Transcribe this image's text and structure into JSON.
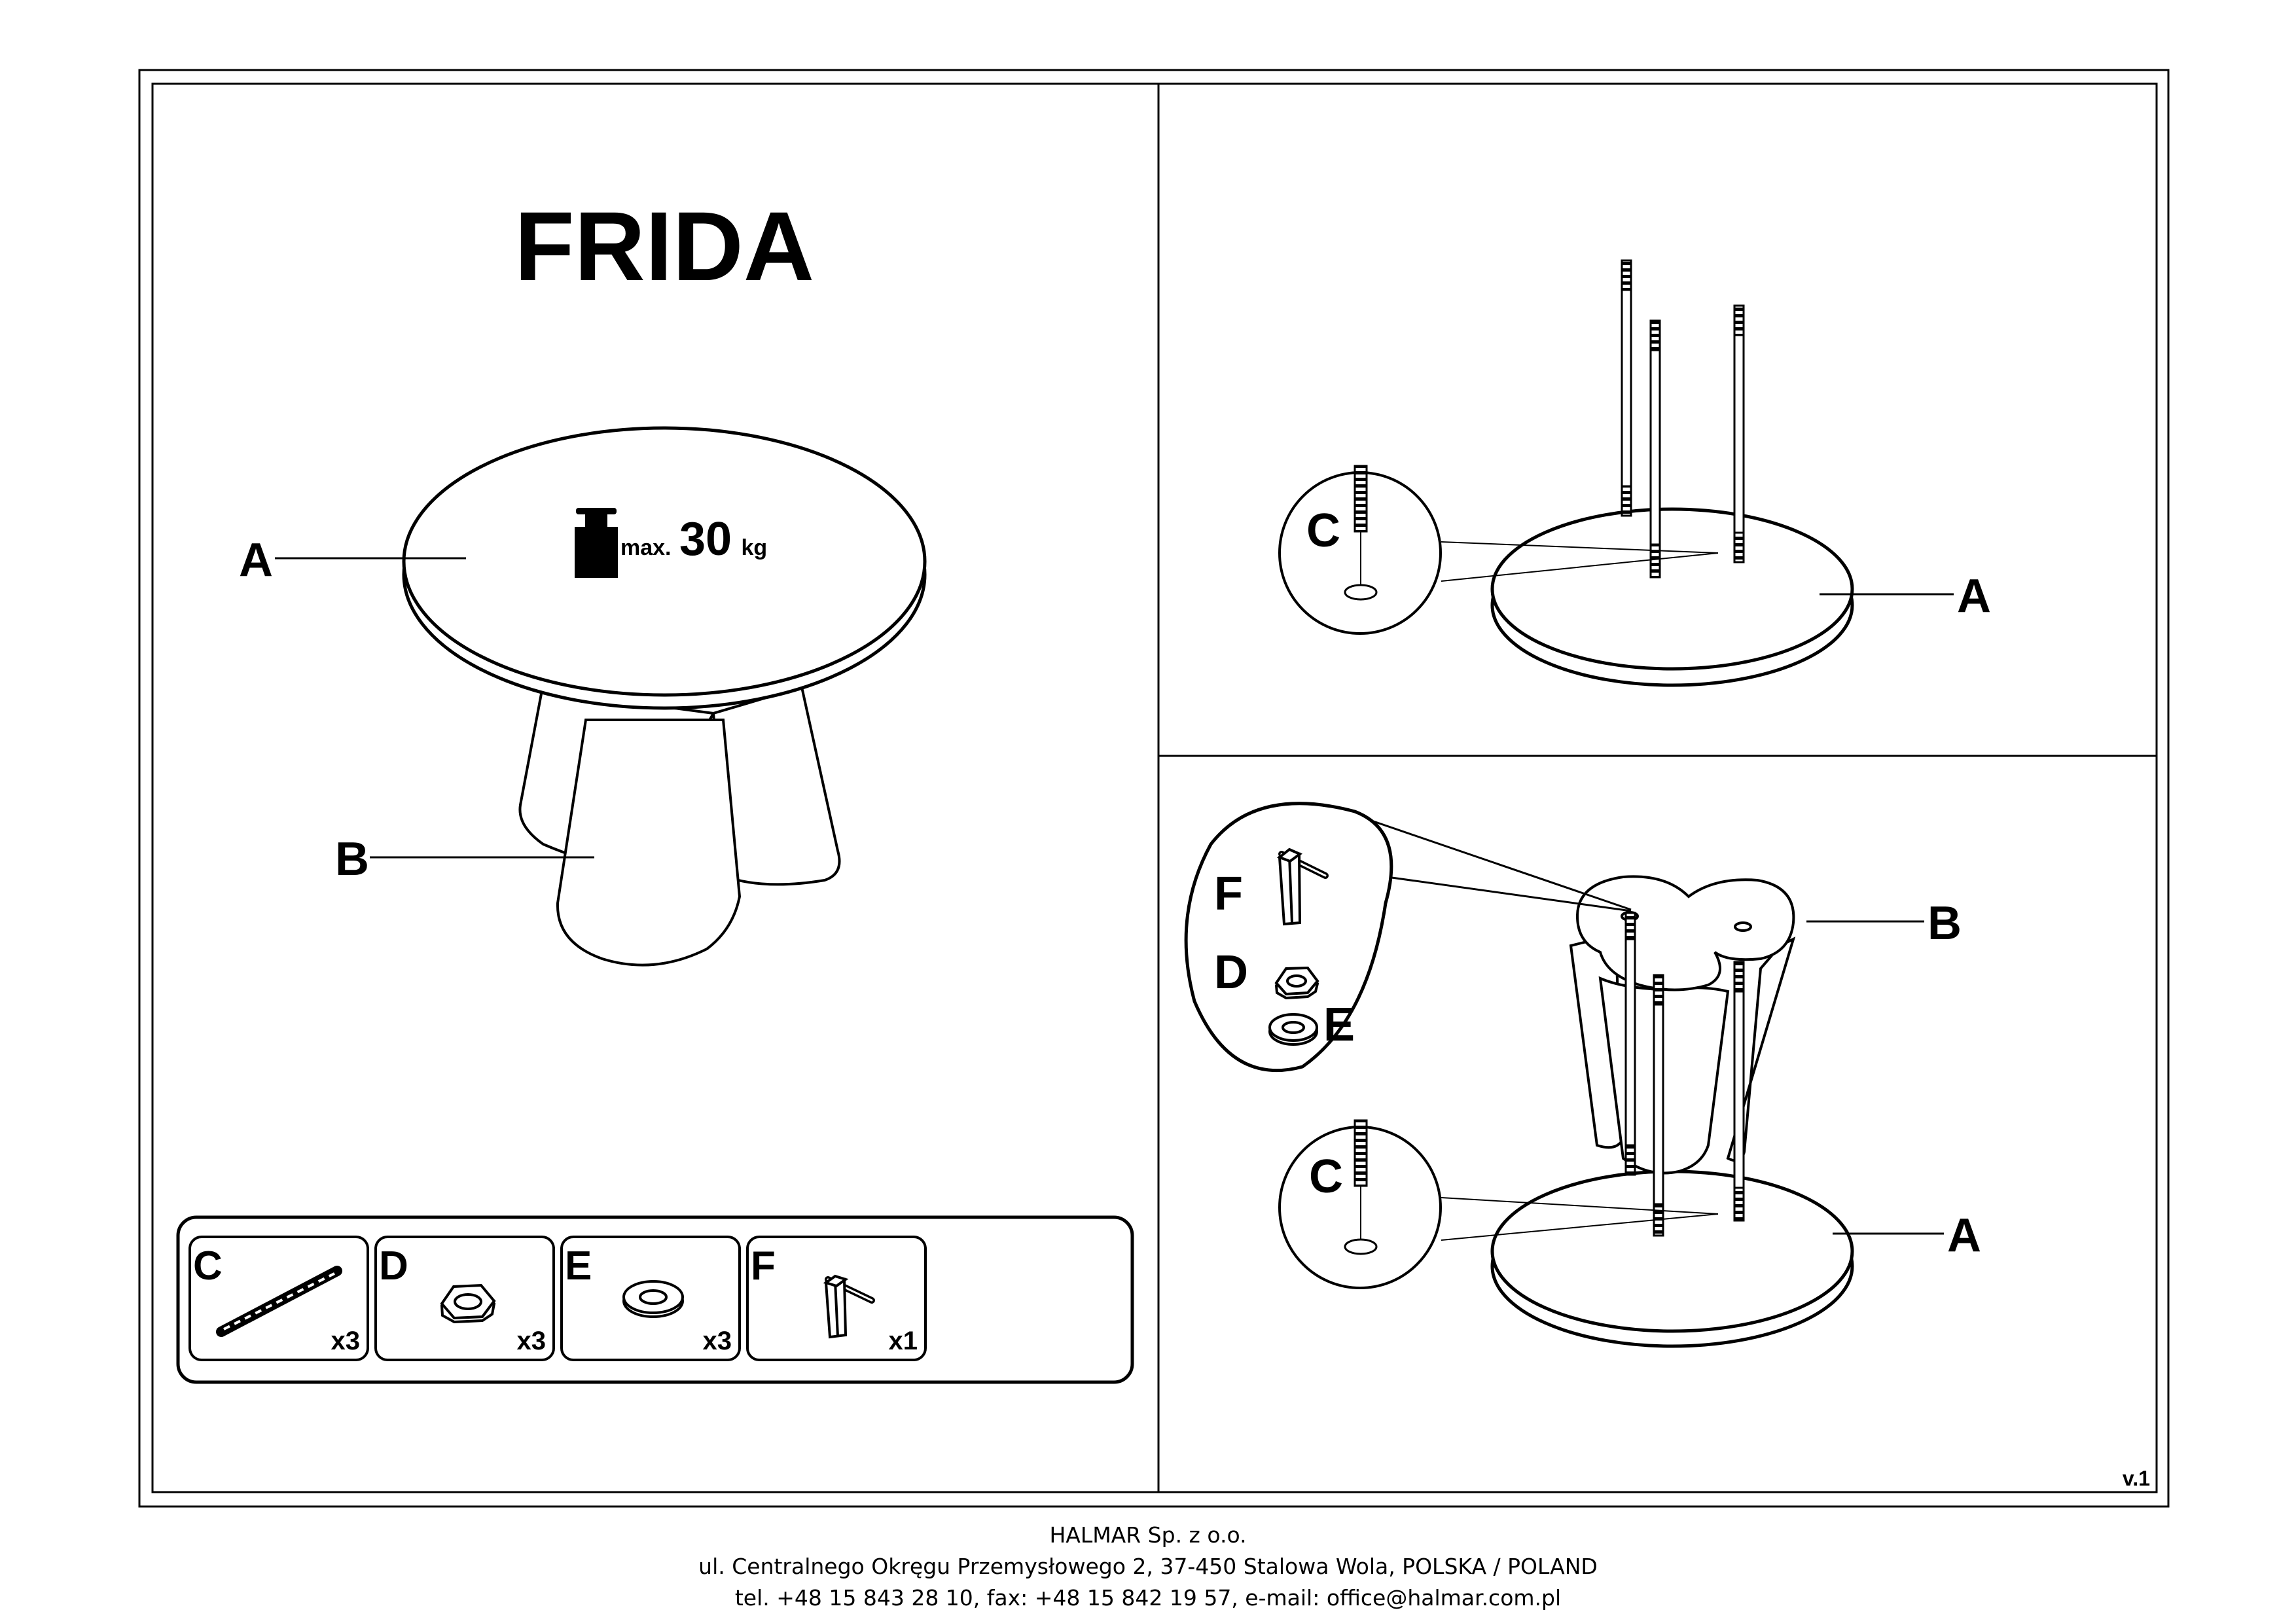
{
  "product": {
    "name": "FRIDA"
  },
  "max_load": {
    "prefix": "max.",
    "value": "30",
    "unit": "kg"
  },
  "labels": {
    "tabletop": "A",
    "base": "B",
    "bolt": "C",
    "nut": "D",
    "washer": "E",
    "key": "F"
  },
  "parts": [
    {
      "letter": "C",
      "qty": "x3",
      "icon": "threaded-rod-icon"
    },
    {
      "letter": "D",
      "qty": "x3",
      "icon": "hex-nut-icon"
    },
    {
      "letter": "E",
      "qty": "x3",
      "icon": "washer-icon"
    },
    {
      "letter": "F",
      "qty": "x1",
      "icon": "allen-key-icon"
    }
  ],
  "version": "v.1",
  "footer": {
    "company": "HALMAR Sp. z o.o.",
    "address": "ul. Centralnego Okręgu Przemysłowego 2, 37-450 Stalowa Wola, POLSKA / POLAND",
    "contact": "tel. +48 15 843 28 10, fax: +48 15 842 19 57, e-mail: office@halmar.com.pl"
  },
  "colors": {
    "ink": "#000000",
    "paper": "#ffffff"
  }
}
